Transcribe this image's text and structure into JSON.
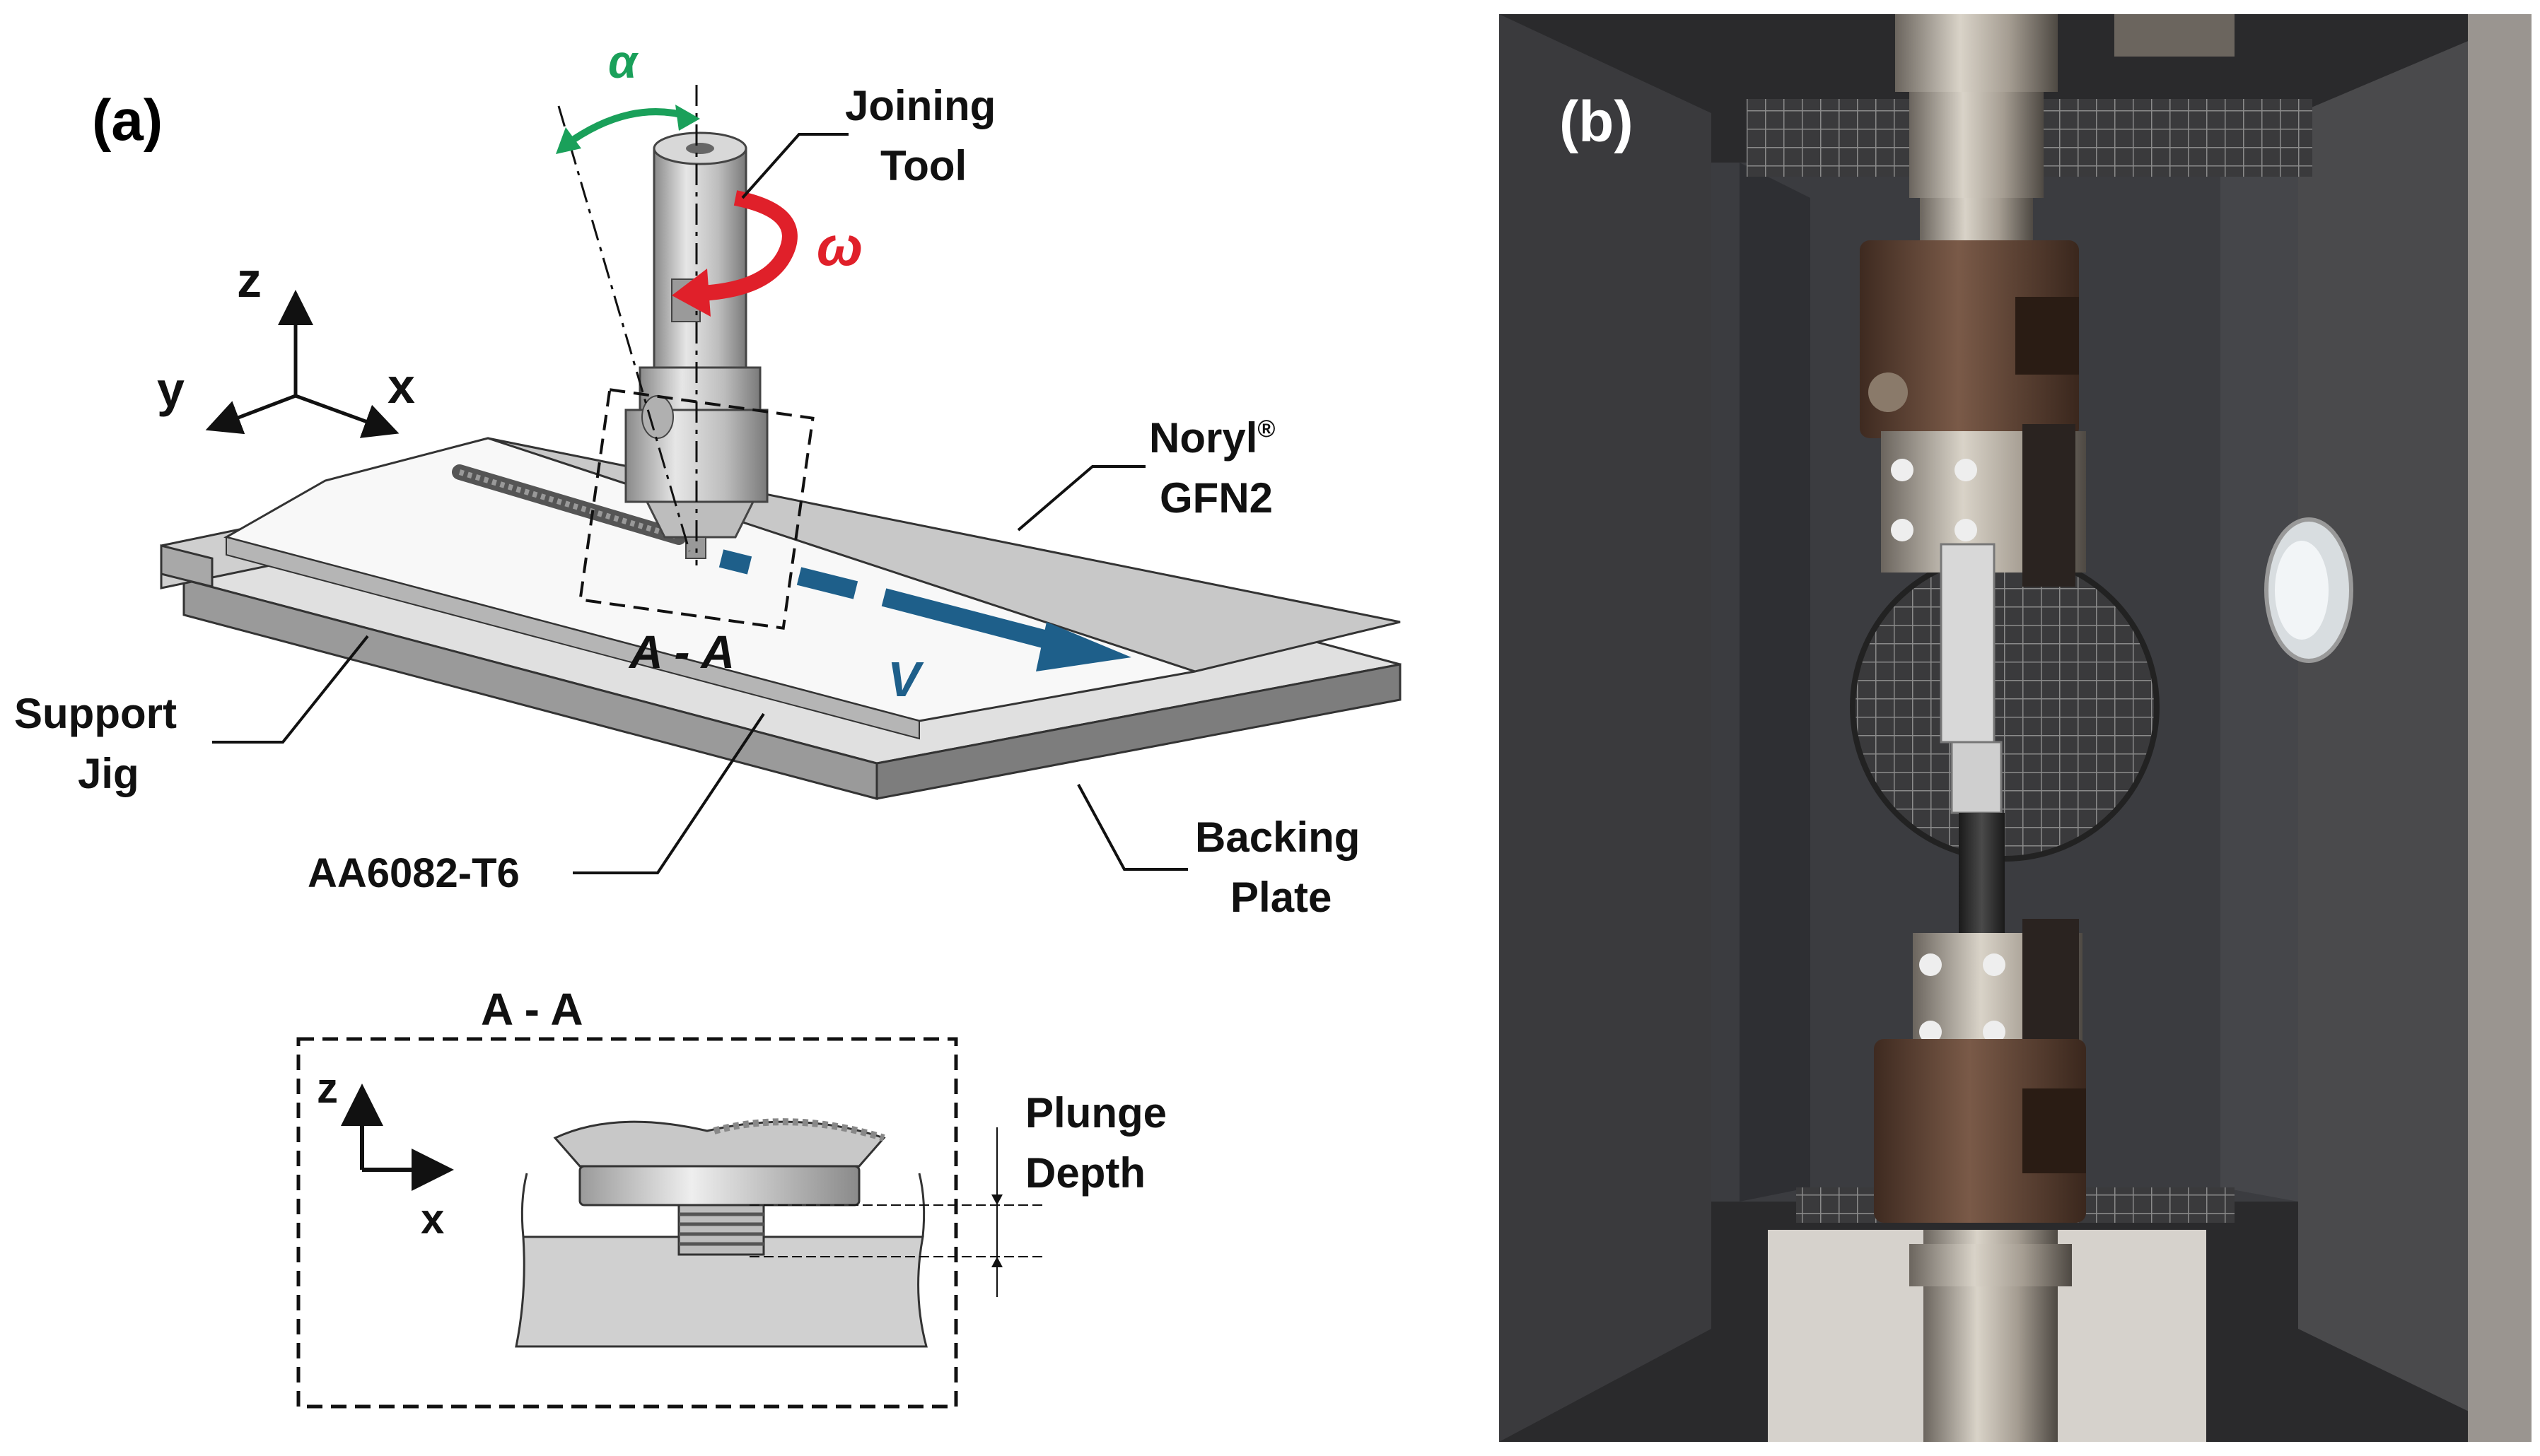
{
  "panel_a": {
    "label": "(a)",
    "angle_symbol": "α",
    "rotation_symbol": "ω",
    "velocity_symbol": "V",
    "axes": {
      "z": "z",
      "y": "y",
      "x": "x"
    },
    "joining_tool": [
      "Joining",
      "Tool"
    ],
    "noryl": {
      "name": "Noryl",
      "reg": "®",
      "grade": "GFN2"
    },
    "support_jig": [
      "Support",
      "Jig"
    ],
    "alloy": "AA6082-T6",
    "backing_plate": [
      "Backing",
      "Plate"
    ],
    "section_label": "A - A",
    "section_view": {
      "title": "A - A",
      "axes": {
        "z": "z",
        "x": "x"
      },
      "plunge_depth": [
        "Plunge",
        "Depth"
      ]
    }
  },
  "panel_b": {
    "label": "(b)"
  },
  "colors": {
    "angle": "#1aa05a",
    "rotation": "#e0202a",
    "velocity": "#1e5f8a",
    "dark_frame": "#2b2b2d",
    "clamp": "#5a3c2c"
  }
}
